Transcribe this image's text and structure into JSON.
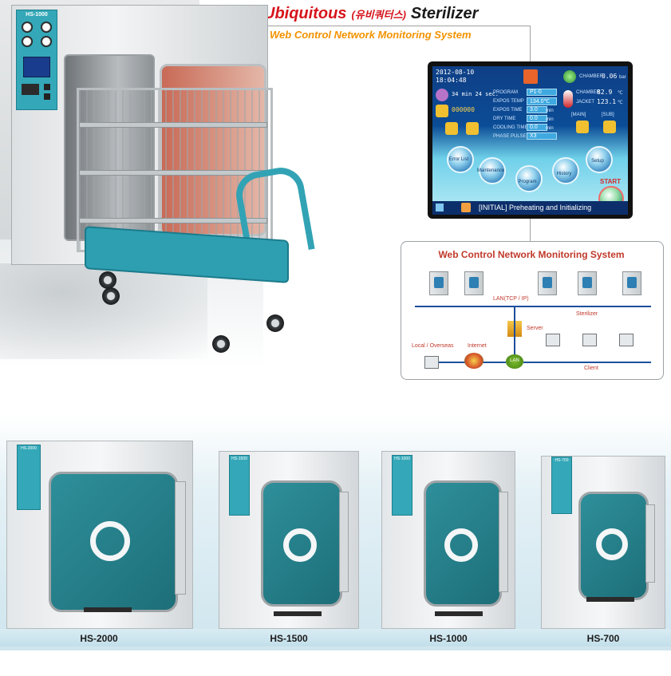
{
  "header": {
    "brand": "Ubiquitous",
    "brand_korean": "(유비쿼터스)",
    "product": "Sterilizer",
    "subtitle": "Web Control Network Monitoring System"
  },
  "machine_panel": {
    "model_label": "HS-1000"
  },
  "touch_screen": {
    "date": "2012-08-10",
    "time": "18:04:48",
    "countdown": "34 min 24 sec.",
    "cycle_count": "000000",
    "program_label": "PROGRAM",
    "program_value": "P1-0",
    "expos_temp_label": "EXPOS TEMP",
    "expos_temp_value": "134.0℃",
    "expos_time_label": "EXPOS TIME",
    "expos_time_value": "3.0",
    "dry_time_label": "DRY TIME",
    "dry_time_value": "0.0",
    "cooling_time_label": "COOLING TIME",
    "cooling_time_value": "0.0",
    "phase_pulse_label": "PHASE PULSE",
    "phase_pulse_value": "X3",
    "unit_min": "min",
    "chamber_label": "CHAMBER",
    "chamber_pressure": "0.06",
    "chamber_pressure_unit": "bar",
    "chamber_temp_label": "CHAMBER",
    "chamber_temp": "82.9",
    "jacket_label": "JACKET",
    "jacket_temp": "123.1",
    "temp_unit": "℃",
    "lock_main": "[MAIN]",
    "lock_sub": "[SUB]",
    "buttons": {
      "error_list": "Error List",
      "maintenance": "Maintenance",
      "program": "Program",
      "history": "History",
      "setup": "Setup",
      "start": "START"
    },
    "status": "[INITIAL]  Preheating and Initializing"
  },
  "network": {
    "title": "Web Control Network Monitoring System",
    "lan": "LAN(TCP / IP)",
    "sterilizer": "Sterilizer",
    "server": "Server",
    "local_overseas": "Local / Overseas",
    "internet": "Internet",
    "client": "Client",
    "lan_node": "LAN"
  },
  "models": [
    {
      "name": "HS-2000",
      "panel_label": "HS-2000"
    },
    {
      "name": "HS-1500",
      "panel_label": "HS-1500"
    },
    {
      "name": "HS-1000",
      "panel_label": "HS-1000"
    },
    {
      "name": "HS-700",
      "panel_label": "HS-700"
    }
  ],
  "colors": {
    "brand_red": "#d6141c",
    "subtitle_orange": "#f39200",
    "machine_teal": "#34a8b8",
    "door_teal": "#2e8f9a"
  }
}
